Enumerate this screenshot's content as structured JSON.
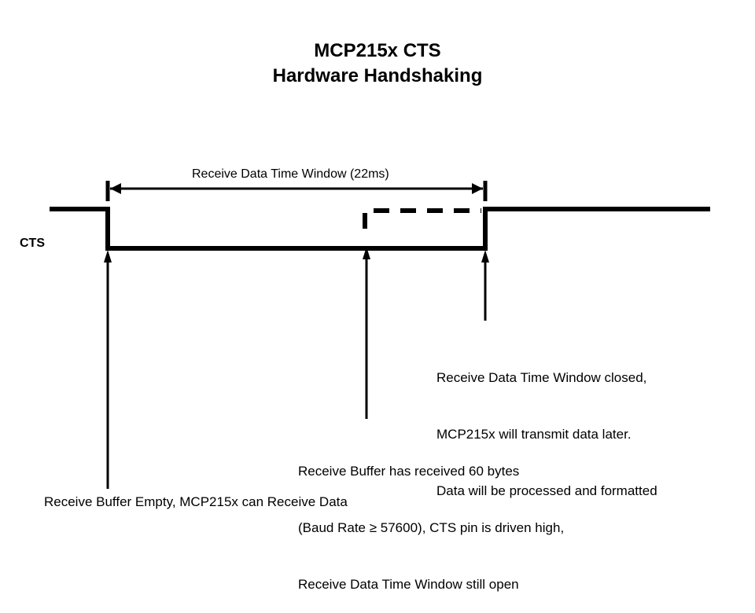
{
  "title": {
    "line1": "MCP215x CTS",
    "line2": "Hardware Handshaking"
  },
  "signal_label": "CTS",
  "window_label": "Receive Data Time Window (22ms)",
  "annotations": {
    "closed": [
      "Receive Data Time Window closed,",
      "MCP215x will transmit data later.",
      "Data will be processed and formatted"
    ],
    "received": [
      "Receive Buffer has received 60 bytes",
      "(Baud Rate ≥ 57600), CTS pin is driven high,",
      "Receive Data Time Window still open"
    ],
    "empty": "Receive Buffer Empty, MCP215x can Receive Data"
  },
  "colors": {
    "line": "#000000",
    "background": "#ffffff"
  }
}
